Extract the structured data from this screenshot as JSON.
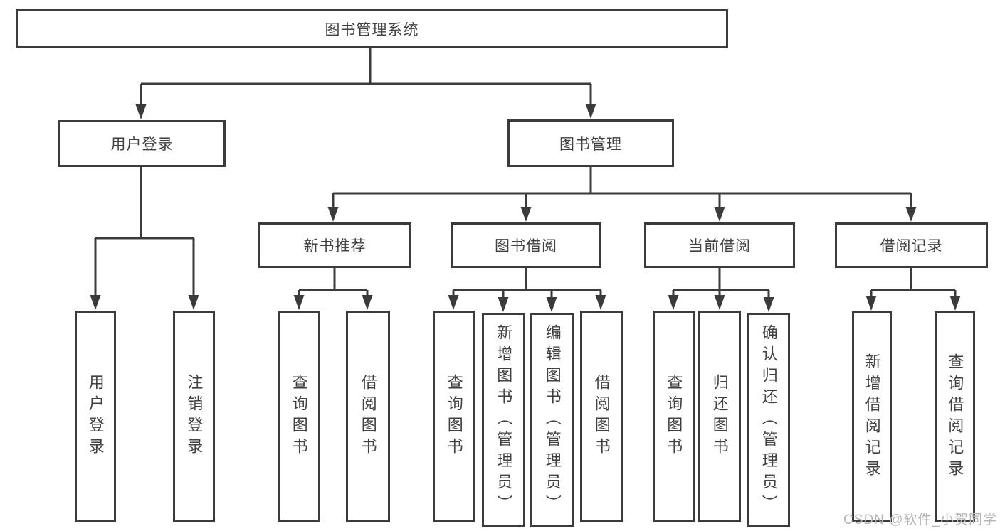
{
  "diagram": {
    "root": {
      "label": "图书管理系统"
    },
    "branches": [
      {
        "label": "用户登录",
        "children": [
          {
            "label": "用户登录"
          },
          {
            "label": "注销登录"
          }
        ]
      },
      {
        "label": "图书管理",
        "children": [
          {
            "label": "新书推荐",
            "children": [
              {
                "label": "查询图书"
              },
              {
                "label": "借阅图书"
              }
            ]
          },
          {
            "label": "图书借阅",
            "children": [
              {
                "label": "查询图书"
              },
              {
                "label": "新增图书（管理员）"
              },
              {
                "label": "编辑图书（管理员）"
              },
              {
                "label": "借阅图书"
              }
            ]
          },
          {
            "label": "当前借阅",
            "children": [
              {
                "label": "查询图书"
              },
              {
                "label": "归还图书"
              },
              {
                "label": "确认归还（管理员）"
              }
            ]
          },
          {
            "label": "借阅记录",
            "children": [
              {
                "label": "新增借阅记录"
              },
              {
                "label": "查询借阅记录"
              }
            ]
          }
        ]
      }
    ]
  },
  "watermark": {
    "text": "CSDN @软件_小贺同学"
  },
  "colors": {
    "line": "#3b3b3b",
    "border": "#3b3b3b",
    "text": "#414141",
    "watermark": "#b5b5b5",
    "background": "#ffffff"
  }
}
